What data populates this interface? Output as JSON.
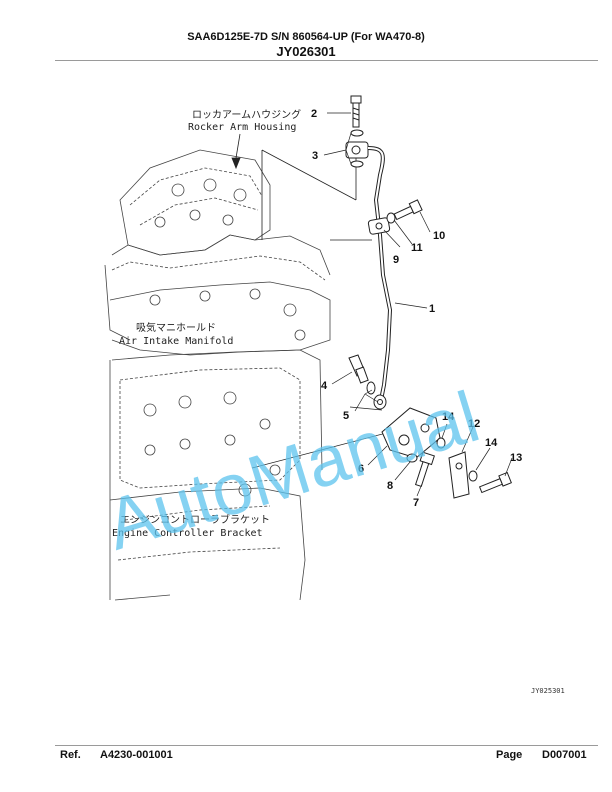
{
  "header": {
    "title": "SAA6D125E-7D S/N 860564-UP (For WA470-8)",
    "code": "JY026301"
  },
  "labels": {
    "rocker_jp": "ロッカアームハウジング",
    "rocker_en": "Rocker Arm Housing",
    "intake_jp": "吸気マニホールド",
    "intake_en": "Air Intake Manifold",
    "controller_jp": "エンジンコントローラブラケット",
    "controller_en": "Engine Controller Bracket"
  },
  "callouts": [
    "1",
    "2",
    "3",
    "4",
    "5",
    "6",
    "7",
    "8",
    "9",
    "10",
    "11",
    "12",
    "13",
    "14",
    "14"
  ],
  "drawing_code": "JY025301",
  "watermark": "AutoManual",
  "footer": {
    "ref_label": "Ref.",
    "ref_value": "A4230-001001",
    "page_label": "Page",
    "page_value": "D007001"
  },
  "colors": {
    "watermark": "#5cc3ee",
    "line": "#222222",
    "rule": "#9a9a9a"
  }
}
